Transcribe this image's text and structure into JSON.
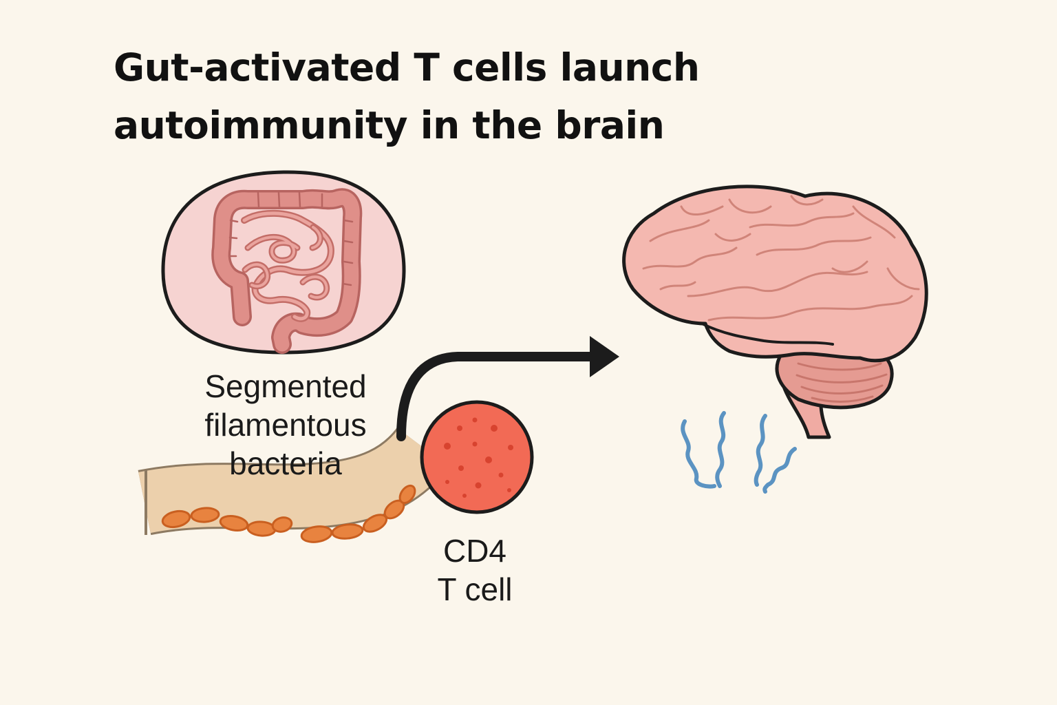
{
  "title": {
    "line1": "Gut-activated T cells launch",
    "line2": "autoimmunity in the brain"
  },
  "labels": {
    "bacteria": {
      "line1": "Segmented",
      "line2": "filamentous",
      "line3": "bacteria"
    },
    "tcell": {
      "line1": "CD4",
      "line2": "T cell"
    }
  },
  "colors": {
    "background": "#fbf6ec",
    "outline": "#1c1c1c",
    "gut_frame_fill": "#f6d3d1",
    "intestine": "#df8f89",
    "bacteria": "#e8833f",
    "tube": "#ecd0ac",
    "tcell": "#f26a55",
    "brain": "#f4b8b0",
    "cerebellum": "#e59b92",
    "squiggles": "#5b93c2"
  },
  "icons": [
    "gut-icon",
    "bacteria-tube-icon",
    "t-cell-icon",
    "migration-arrow-icon",
    "brain-icon",
    "inflammation-squiggles-icon"
  ]
}
